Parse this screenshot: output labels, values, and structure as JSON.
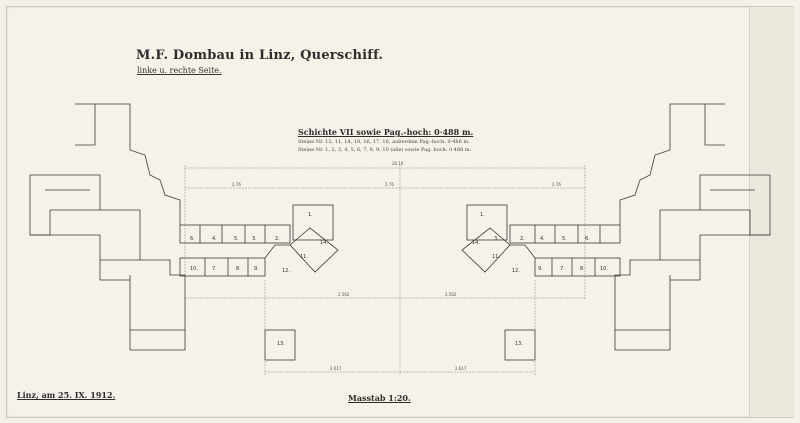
{
  "drawing": {
    "title": "M.F. Dombau in Linz, Querschiff.",
    "subtitle": "linke u. rechte Seite.",
    "schicht_heading": "Schichte VII sowie Pag.-hoch: 0·488 m.",
    "schicht_line_1": "Steine Nr. 12, 11, 14, 18, 16, 17, 18, außerdem Pag.-hoch: 0·488 m.",
    "schicht_line_2": "Steine Nr. 1, 2, 3, 4, 5, 6, 7, 8, 9, 10 (alle) sowie Pag. hoch: 0·488 m.",
    "place_date": "Linz, am 25. IX. 1912.",
    "scale": "Masstab 1:20."
  },
  "dimensions": {
    "overall": "20.16",
    "left_top": "2.76",
    "center_top": "2.76",
    "right_top": "2.76",
    "bottom_left": "2.617",
    "bottom_right": "2.617",
    "mid_left": "2.562",
    "mid_right": "2.562"
  },
  "stone_numbers": {
    "left": [
      "1.",
      "2.",
      "3.",
      "4.",
      "5.",
      "6.",
      "7.",
      "8.",
      "9.",
      "10.",
      "11.",
      "12.",
      "13.",
      "14."
    ],
    "right": [
      "1.",
      "2.",
      "3.",
      "4.",
      "5.",
      "6.",
      "7.",
      "8.",
      "9.",
      "10.",
      "11.",
      "12.",
      "13.",
      "14."
    ]
  },
  "colors": {
    "paper": "#f6f2ea",
    "ink": "#2d2d2d",
    "dim_line": "#6d6d6d"
  }
}
